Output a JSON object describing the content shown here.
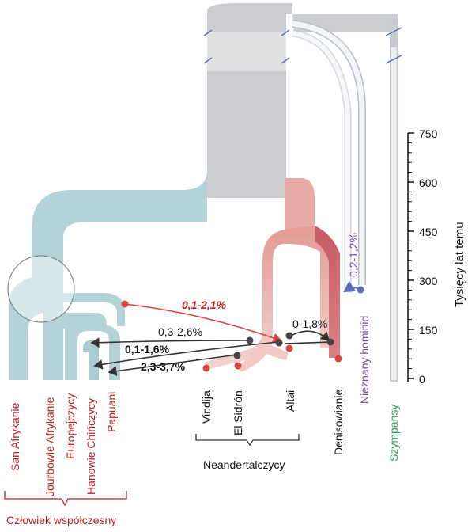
{
  "axis": {
    "title": "Tysięcy lat temu",
    "ticks": [
      "750",
      "600",
      "450",
      "300",
      "150",
      "0"
    ]
  },
  "groups": {
    "modern": {
      "name": "Człowiek współczesny",
      "populations": [
        "San Afrykanie",
        "Jourbowie Afrykanie",
        "Europejczycy",
        "Hanowie Chińczycy",
        "Papuani"
      ]
    },
    "neanderthals": {
      "name": "Neandertalczycy",
      "populations": [
        "Vindija",
        "El Sidrón",
        "Altai"
      ]
    },
    "others": {
      "denisovans": "Denisowianie",
      "unknown": "Nieznany hominid",
      "chimp": "Szympansy"
    }
  },
  "gene_flow": {
    "nea_to_papuani": "0,1-2,1%",
    "nea_to_jourbowie": "0,3-2,6%",
    "alt_to_deni": "0-1,8%",
    "nea_to_europ": "0,1-1,6%",
    "deni_to_papuani": "2,3-3,7%",
    "unknown_to_deni": "0,2-1,2%"
  },
  "colors": {
    "modern": "#b4d3d8",
    "neanderthal": "#e8aaa4",
    "denisovan": "#cf6a75",
    "archaic_grey": "#cbcdd0",
    "chimp": "#c9ccd4",
    "red_text": "#b5231f",
    "purple_text": "#7b4aa8",
    "green_text": "#2e9d55",
    "dot_red": "#d9453e",
    "dot_dark": "#444444"
  }
}
